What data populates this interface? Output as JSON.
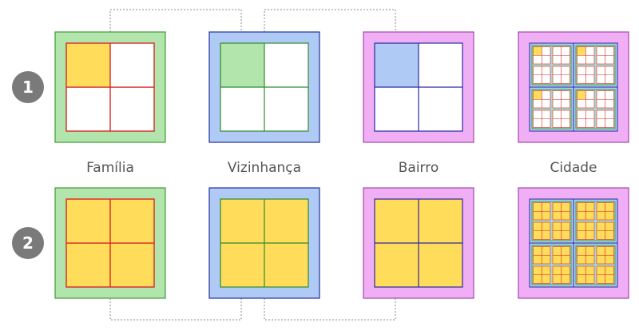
{
  "labels": {
    "familia": "Família",
    "vizinhanca": "Vizinhança",
    "bairro": "Bairro",
    "cidade": "Cidade"
  },
  "rows": [
    {
      "number": "1"
    },
    {
      "number": "2"
    }
  ],
  "colors": {
    "familia_bg": "#b1e5ab",
    "familia_border": "#3f9a3a",
    "familia_line": "#d52525",
    "vizinhanca_bg": "#aecaf5",
    "vizinhanca_border": "#24309b",
    "vizinhanca_line": "#2f8a2f",
    "bairro_bg": "#f0aef4",
    "bairro_border": "#a646b0",
    "bairro_line": "#2a2aa0",
    "filled": "#ffdc5a",
    "empty": "#ffffff",
    "row_badge": "#7a7a7a",
    "connector": "#888888"
  },
  "diagram": {
    "row1_filled_cells": {
      "familia": 1,
      "vizinhanca": 1,
      "bairro": 1
    },
    "row2_filled_cells": {
      "familia": 4,
      "vizinhanca": 4,
      "bairro": 4
    }
  }
}
